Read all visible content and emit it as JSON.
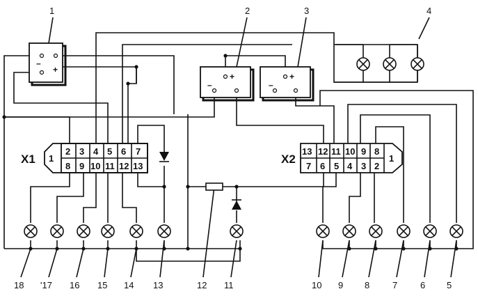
{
  "components": {
    "unit1": {
      "number": "1",
      "minus": "–",
      "plus": "+"
    },
    "unit2": {
      "number": "2",
      "minus": "–",
      "plus": "+"
    },
    "unit3": {
      "number": "3",
      "minus": "–",
      "plus": "+"
    },
    "lamp_group_label": "4"
  },
  "connectors": {
    "x1": {
      "label": "X1",
      "top_pins": [
        "2",
        "3",
        "4",
        "5",
        "6",
        "7"
      ],
      "bottom_pins": [
        "8",
        "9",
        "10",
        "11",
        "12",
        "13"
      ],
      "end_pin": "1"
    },
    "x2": {
      "label": "X2",
      "top_pins": [
        "13",
        "12",
        "11",
        "10",
        "9",
        "8"
      ],
      "bottom_pins": [
        "7",
        "6",
        "5",
        "4",
        "3",
        "2"
      ],
      "end_pin": "1"
    }
  },
  "bottom_labels": [
    "18",
    "'17",
    "16",
    "15",
    "14",
    "13",
    "12",
    "11",
    "10",
    "9",
    "8",
    "7",
    "6",
    "5"
  ]
}
